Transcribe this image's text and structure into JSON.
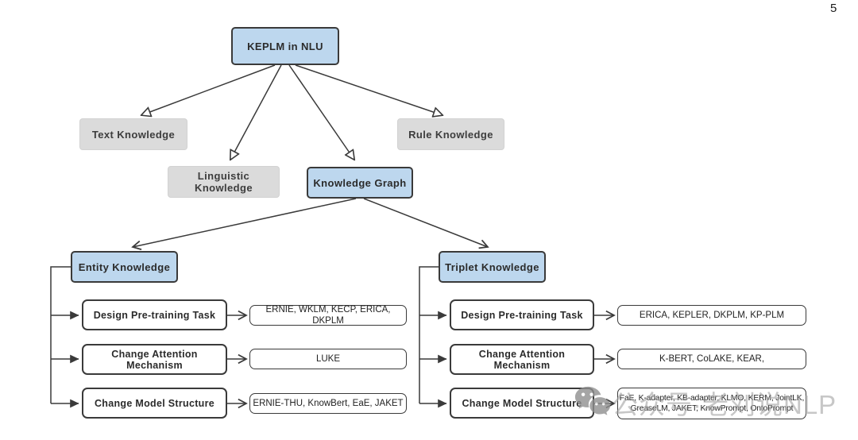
{
  "page_number": "5",
  "colors": {
    "node_blue": "#BDD7EE",
    "node_gray": "#DBDBDB",
    "border_dark": "#3A3A3A"
  },
  "diagram": {
    "root": {
      "label": "KEPLM in NLU"
    },
    "level2": [
      {
        "label": "Text Knowledge"
      },
      {
        "label": "Linguistic Knowledge"
      },
      {
        "label": "Knowledge Graph"
      },
      {
        "label": "Rule Knowledge"
      }
    ],
    "branches": [
      {
        "label": "Entity Knowledge",
        "rows": [
          {
            "category": "Design Pre-training Task",
            "models": "ERNIE, WKLM, KECP, ERICA, DKPLM"
          },
          {
            "category": "Change Attention Mechanism",
            "models": "LUKE"
          },
          {
            "category": "Change Model Structure",
            "models": "ERNIE-THU, KnowBert, EaE, JAKET"
          }
        ]
      },
      {
        "label": "Triplet Knowledge",
        "rows": [
          {
            "category": "Design Pre-training Task",
            "models": "ERICA, KEPLER, DKPLM, KP-PLM"
          },
          {
            "category": "Change Attention Mechanism",
            "models": "K-BERT, CoLAKE, KEAR,"
          },
          {
            "category": "Change Model Structure",
            "models": "FaE, K-adapter, KB-adapter, KLMO, KERM, JointLK,\nGreaseLM, JAKET, KnowPrompt, OntoPrompt"
          }
        ]
      }
    ]
  },
  "watermark": {
    "icon": "wechat-icon",
    "text": "公众号·老刘说NLP"
  }
}
